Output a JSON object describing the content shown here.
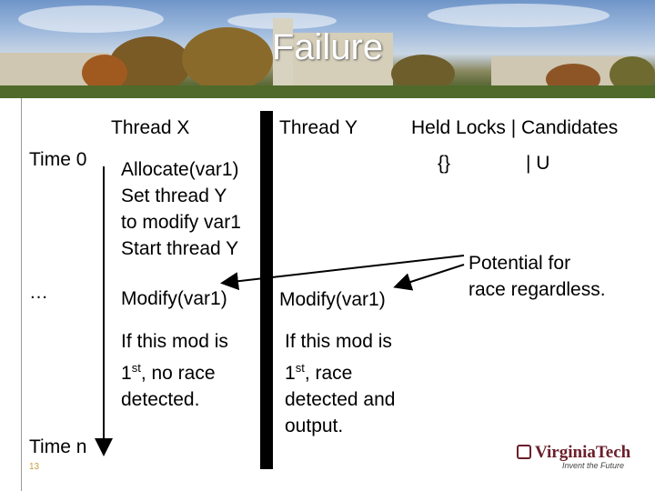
{
  "slide": {
    "title": "Failure",
    "page_number": "13"
  },
  "table": {
    "headers": {
      "thread_x": "Thread X",
      "thread_y": "Thread Y",
      "locks": "Held Locks | Candidates"
    },
    "rows": {
      "time0_label": "Time 0",
      "ellipsis_label": "…",
      "timen_label": "Time n"
    },
    "thread_x_steps": {
      "allocate": "Allocate(var1)\nSet thread Y\nto modify var1\nStart thread Y",
      "modify": "Modify(var1)",
      "if_mod": "If this mod is\n1st, no race\ndetected."
    },
    "thread_y_steps": {
      "modify": "Modify(var1)",
      "if_mod": "If this mod is\n1st, race\ndetected and\noutput."
    },
    "locks": {
      "held": "{}",
      "candidates": "| U"
    },
    "annotation": "Potential for\nrace regardless."
  },
  "logo": {
    "wordmark": "VirginiaTech",
    "tagline": "Invent the Future"
  },
  "colors": {
    "logo": "#6b1f2a",
    "page_number": "#c8a040"
  }
}
